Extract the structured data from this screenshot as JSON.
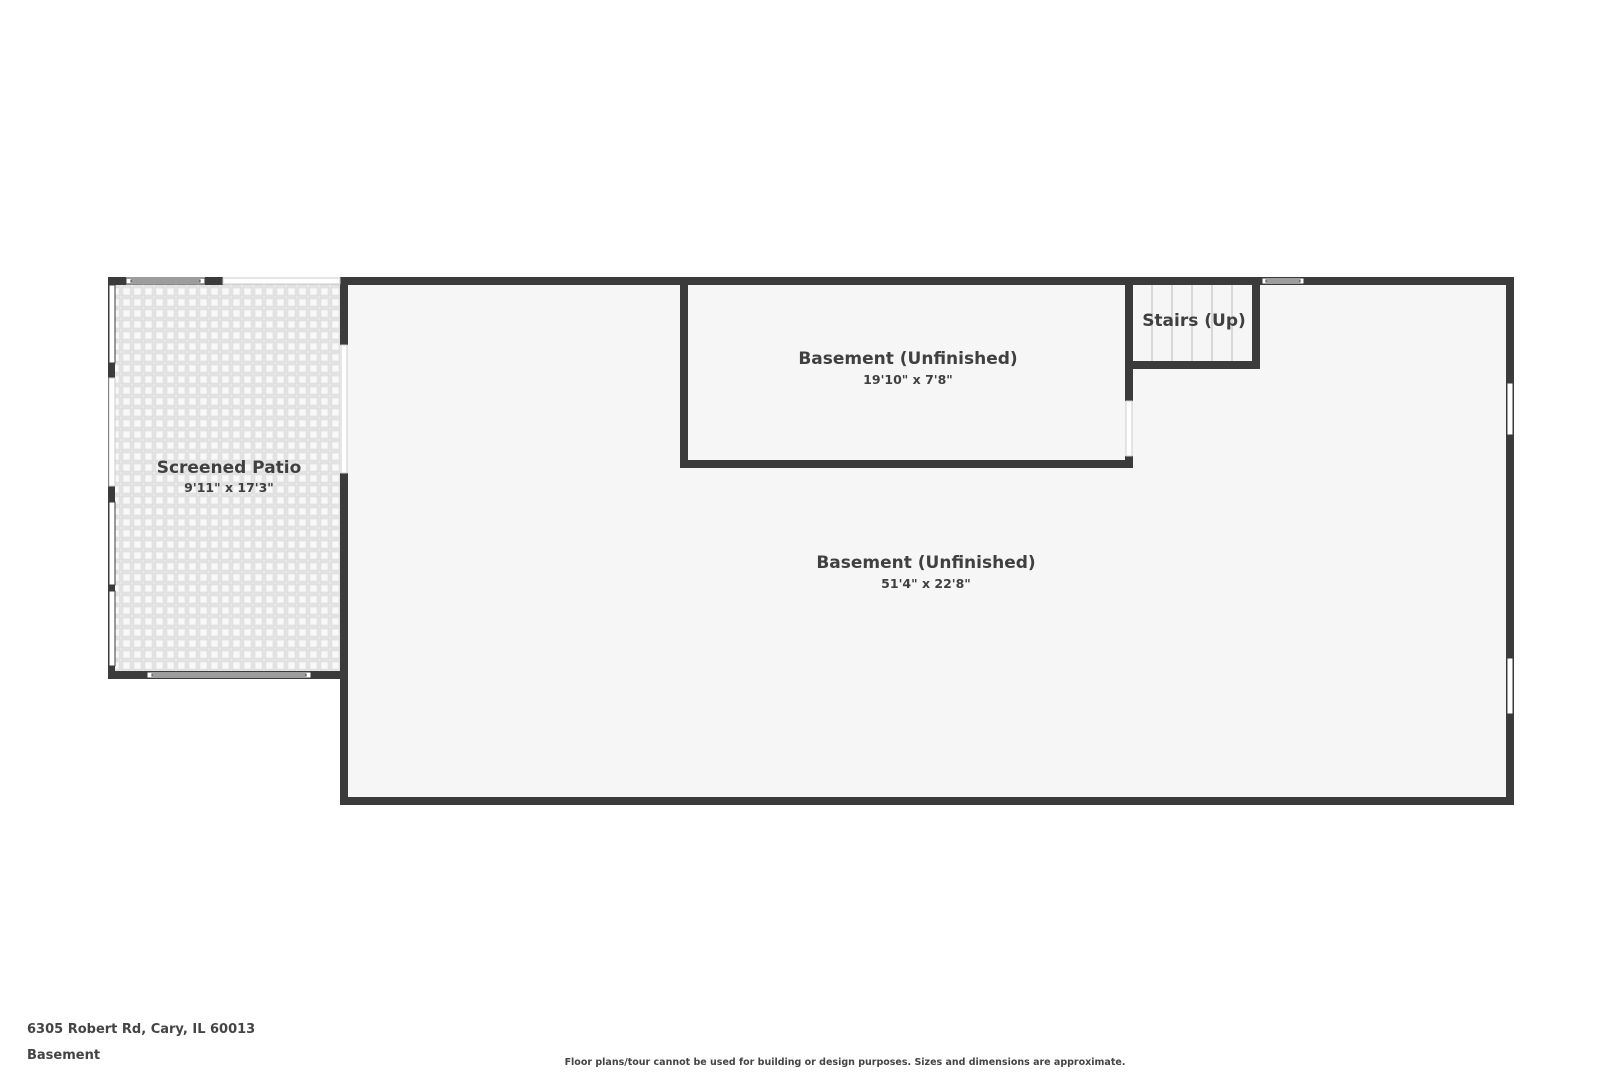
{
  "address": "6305 Robert Rd, Cary, IL 60013",
  "level": "Basement",
  "disclaimer": "Floor plans/tour cannot be used for building or design purposes. Sizes and dimensions are approximate.",
  "rooms": {
    "screened_patio": {
      "name": "Screened Patio",
      "dims": "9'11\" x 17'3\""
    },
    "basement_small": {
      "name": "Basement (Unfinished)",
      "dims": "19'10\" x 7'8\""
    },
    "stairs": {
      "name": "Stairs (Up)"
    },
    "basement_main": {
      "name": "Basement (Unfinished)",
      "dims": "51'4\" x 22'8\""
    }
  },
  "colors": {
    "wall": "#3b3b3b",
    "floor": "#f6f6f6",
    "tile_line": "#d8d8d8"
  }
}
